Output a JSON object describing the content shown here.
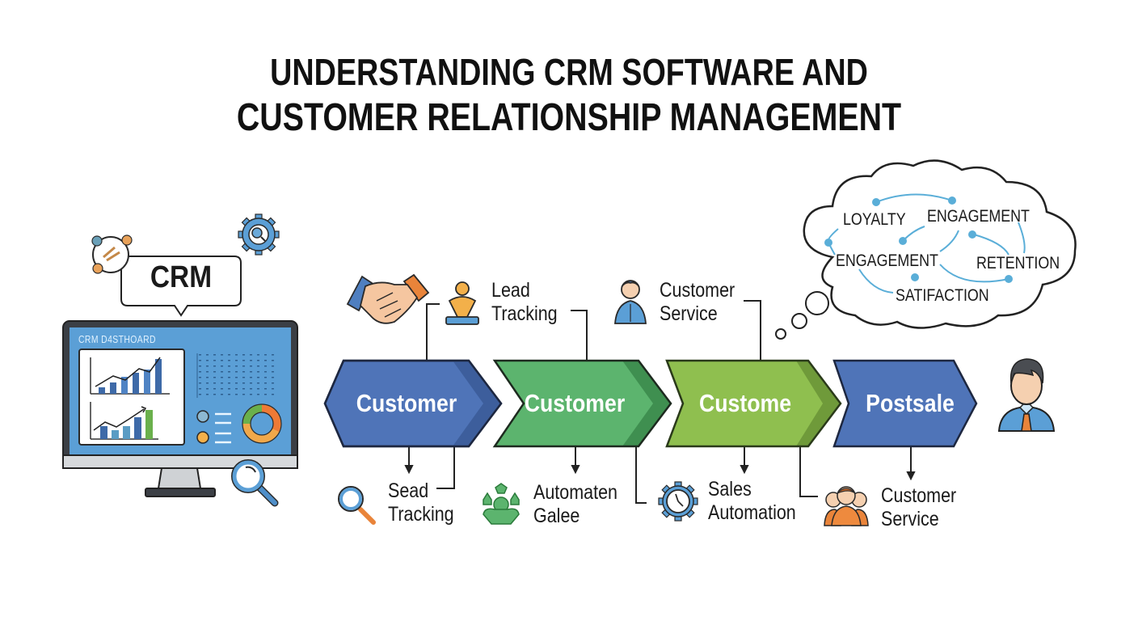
{
  "title": {
    "line1": "UNDERSTANDING CRM SOFTWARE AND",
    "line2": "CUSTOMER RELATIONSHIP MANAGEMENT"
  },
  "monitor": {
    "bubble_label": "CRM",
    "dashboard_title": "CRM D4STHOARD",
    "icons": [
      "handshake-badge-icon",
      "gear-search-icon",
      "magnifier-icon"
    ]
  },
  "colors": {
    "blue": "#4f74b8",
    "blue_dark": "#3d5e9c",
    "green": "#5cb46e",
    "green_dark": "#3f8f50",
    "lime": "#8fbf4f",
    "lime_dark": "#6f9a3a",
    "screen": "#5b9fd6",
    "accent_orange": "#e9843a",
    "cloud_line": "#5aaed8"
  },
  "pipeline": {
    "stages": [
      {
        "label": "Customer",
        "color": "blue"
      },
      {
        "label": "Customer",
        "color": "green"
      },
      {
        "label": "Custome",
        "color": "lime"
      },
      {
        "label": "Postsale",
        "color": "blue"
      }
    ]
  },
  "top_labels": [
    {
      "icon": "handshake-icon",
      "line1": "",
      "line2": ""
    },
    {
      "icon": "lead-person-icon",
      "line1": "Lead",
      "line2": "Tracking"
    },
    {
      "icon": "service-person-icon",
      "line1": "Customer",
      "line2": "Service"
    }
  ],
  "bottom_labels": [
    {
      "icon": "magnifier-icon",
      "line1": "Sead",
      "line2": "Tracking"
    },
    {
      "icon": "team-icon",
      "line1": "Automaten",
      "line2": "Galee"
    },
    {
      "icon": "clock-gear-icon",
      "line1": "Sales",
      "line2": "Automation"
    },
    {
      "icon": "customers-group-icon",
      "line1": "Customer",
      "line2": "Service"
    }
  ],
  "cloud": {
    "words": [
      "LOYALTY",
      "ENGAGEMENT",
      "ENGAGEMENT",
      "RETENTION",
      "SATIFACTION"
    ]
  },
  "customer_avatar": "customer-avatar-icon"
}
